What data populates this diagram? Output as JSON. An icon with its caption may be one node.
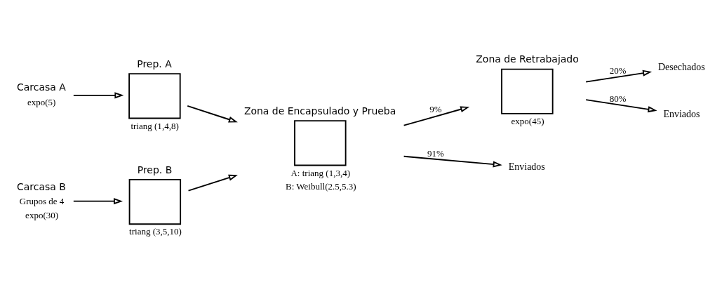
{
  "diagram": {
    "nodes": [
      {
        "text": [
          "Carcasa A"
        ],
        "beside": [
          "expo(5)"
        ]
      },
      {
        "text": [
          "Prep. A"
        ],
        "beside": [
          "triang (1,4,8)"
        ]
      },
      {
        "text": [
          "Carcasa B"
        ],
        "beside": [
          "Grupos de 4",
          "expo(30)"
        ]
      },
      {
        "text": [
          "Prep. B"
        ],
        "beside": [
          "triang (3,5,10)"
        ]
      },
      {
        "text": [
          "Zona de Encapsulado y Prueba"
        ],
        "beside": [
          "A: triang (1,3,4)",
          "B: Weibull(2.5,5.3)"
        ]
      },
      {
        "text": [
          "Zona de Retrabajado"
        ],
        "beside": [
          "expo(45)"
        ]
      },
      {
        "text": [
          "Desechados"
        ]
      },
      {
        "text": [
          "Enviados"
        ]
      },
      {
        "text": [
          "Enviados"
        ]
      }
    ],
    "edges": [
      {
        "from": 0,
        "to": 1,
        "arrow": "to"
      },
      {
        "from": 2,
        "to": 3,
        "arrow": "to"
      },
      {
        "from": 1,
        "to": 4,
        "arrow": "to"
      },
      {
        "from": 3,
        "to": 4,
        "arrow": "to"
      },
      {
        "from": 4,
        "to": 5,
        "arrow": "to",
        "label": "9%"
      },
      {
        "from": 4,
        "to": 8,
        "arrow": "to",
        "label": "91%"
      },
      {
        "from": 5,
        "to": 6,
        "arrow": "to",
        "label": "20%"
      },
      {
        "from": 5,
        "to": 7,
        "arrow": "to",
        "label": "80%"
      }
    ]
  }
}
